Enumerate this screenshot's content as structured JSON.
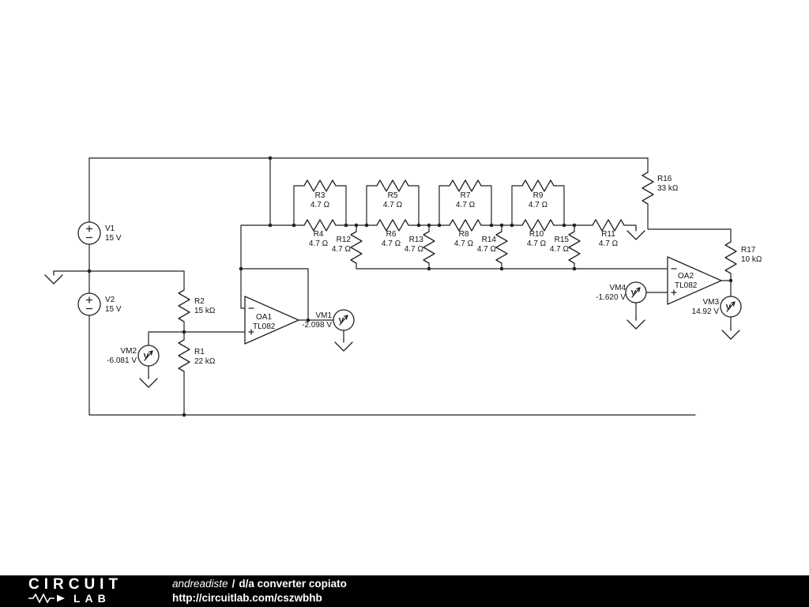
{
  "page": {
    "background": "#ffffff"
  },
  "colors": {
    "wire": "#222222",
    "label": "#111111",
    "footer_bg": "#000000",
    "footer_fg": "#ffffff"
  },
  "footer": {
    "logo_top": "CIRCUIT",
    "logo_bottom": "LAB",
    "author": "andreadiste",
    "separator": "/",
    "title": "d/a converter copiato",
    "url": "http://circuitlab.com/cszwbhb"
  },
  "components": {
    "v1": {
      "name": "V1",
      "value": "15 V"
    },
    "v2": {
      "name": "V2",
      "value": "15 V"
    },
    "r1": {
      "name": "R1",
      "value": "22 kΩ"
    },
    "r2": {
      "name": "R2",
      "value": "15 kΩ"
    },
    "r3": {
      "name": "R3",
      "value": "4.7 Ω"
    },
    "r4": {
      "name": "R4",
      "value": "4.7 Ω"
    },
    "r5": {
      "name": "R5",
      "value": "4.7 Ω"
    },
    "r6": {
      "name": "R6",
      "value": "4.7 Ω"
    },
    "r7": {
      "name": "R7",
      "value": "4.7 Ω"
    },
    "r8": {
      "name": "R8",
      "value": "4.7 Ω"
    },
    "r9": {
      "name": "R9",
      "value": "4.7 Ω"
    },
    "r10": {
      "name": "R10",
      "value": "4.7 Ω"
    },
    "r11": {
      "name": "R11",
      "value": "4.7 Ω"
    },
    "r12": {
      "name": "R12",
      "value": "4.7 Ω"
    },
    "r13": {
      "name": "R13",
      "value": "4.7 Ω"
    },
    "r14": {
      "name": "R14",
      "value": "4.7 Ω"
    },
    "r15": {
      "name": "R15",
      "value": "4.7 Ω"
    },
    "r16": {
      "name": "R16",
      "value": "33 kΩ"
    },
    "r17": {
      "name": "R17",
      "value": "10 kΩ"
    },
    "oa1": {
      "name": "OA1",
      "part": "TL082"
    },
    "oa2": {
      "name": "OA2",
      "part": "TL082"
    },
    "vm1": {
      "name": "VM1",
      "value": "-2.098 V"
    },
    "vm2": {
      "name": "VM2",
      "value": "-6.081 V"
    },
    "vm3": {
      "name": "VM3",
      "value": "14.92 V"
    },
    "vm4": {
      "name": "VM4",
      "value": "-1.620 V"
    },
    "meter_glyph": "V"
  }
}
